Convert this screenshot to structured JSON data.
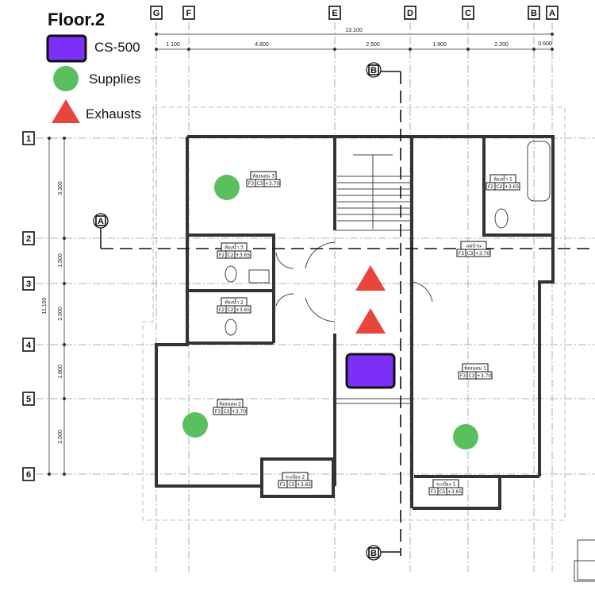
{
  "legend": {
    "title": "Floor.2",
    "items": [
      {
        "label": "CS-500",
        "shape": "rounded-rectangle",
        "color": "#7B2FF7"
      },
      {
        "label": "Supplies",
        "shape": "circle",
        "color": "#5BBF5E"
      },
      {
        "label": "Exhausts",
        "shape": "triangle",
        "color": "#E8453C"
      }
    ]
  },
  "grid": {
    "columns": [
      "G",
      "F",
      "E",
      "D",
      "C",
      "B",
      "A"
    ],
    "rows": [
      "1",
      "2",
      "3",
      "4",
      "5",
      "6"
    ],
    "col_total": "13.100",
    "col_dims": [
      "1.100",
      "4.800",
      "2.500",
      "1.900",
      "2.200",
      "0.600"
    ],
    "row_total": "11.100",
    "row_dims": [
      "3.300",
      "1.500",
      "2.000",
      "1.800",
      "2.500"
    ]
  },
  "sections": {
    "a": "A",
    "b": "B"
  },
  "rooms": [
    {
      "name": "ห้องนอน 3",
      "codes": [
        "F3",
        "C3",
        "+3.70"
      ]
    },
    {
      "name": "ห้องน้ำ 3",
      "codes": [
        "F2",
        "C2",
        "+3.65"
      ]
    },
    {
      "name": "ห้องน้ำ 2",
      "codes": [
        "F2",
        "C2",
        "+3.65"
      ]
    },
    {
      "name": "ห้องน้ำ 1",
      "codes": [
        "F2",
        "C2",
        "+3.65"
      ]
    },
    {
      "name": "แม่บ้าน",
      "codes": [
        "F3",
        "C3",
        "+3.70"
      ]
    },
    {
      "name": "ห้องนอน 1",
      "codes": [
        "F3",
        "C3",
        "+3.70"
      ]
    },
    {
      "name": "ห้องนอน 2",
      "codes": [
        "F3",
        "C3",
        "+3.70"
      ]
    },
    {
      "name": "ระเบียง 2",
      "codes": [
        "F1",
        "C5",
        "+3.65"
      ]
    },
    {
      "name": "ระเบียง 1",
      "codes": [
        "F1",
        "C5",
        "+3.65"
      ]
    }
  ]
}
